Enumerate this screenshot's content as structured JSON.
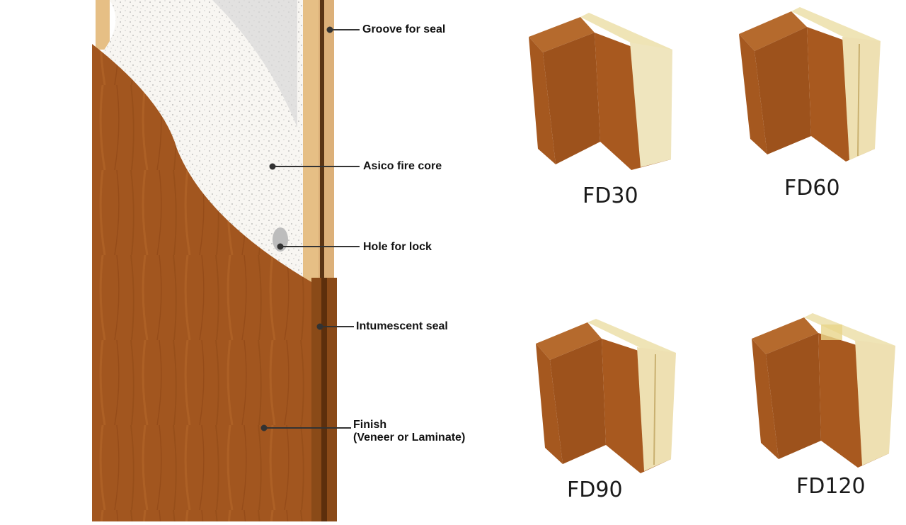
{
  "callouts": {
    "groove": "Groove for seal",
    "core": "Asico fire core",
    "lock": "Hole for lock",
    "seal": "Intumescent seal",
    "finish_line1": "Finish",
    "finish_line2": "(Veneer or Laminate)"
  },
  "ratings": {
    "fd30": "FD30",
    "fd60": "FD60",
    "fd90": "FD90",
    "fd120": "FD120"
  },
  "colors": {
    "wood": "#a2561f",
    "wood_dark": "#7a3a10",
    "frame": "#e6bf85",
    "core": "#f6f3ee",
    "insulation": "#eee4bf",
    "leader": "#333333"
  }
}
